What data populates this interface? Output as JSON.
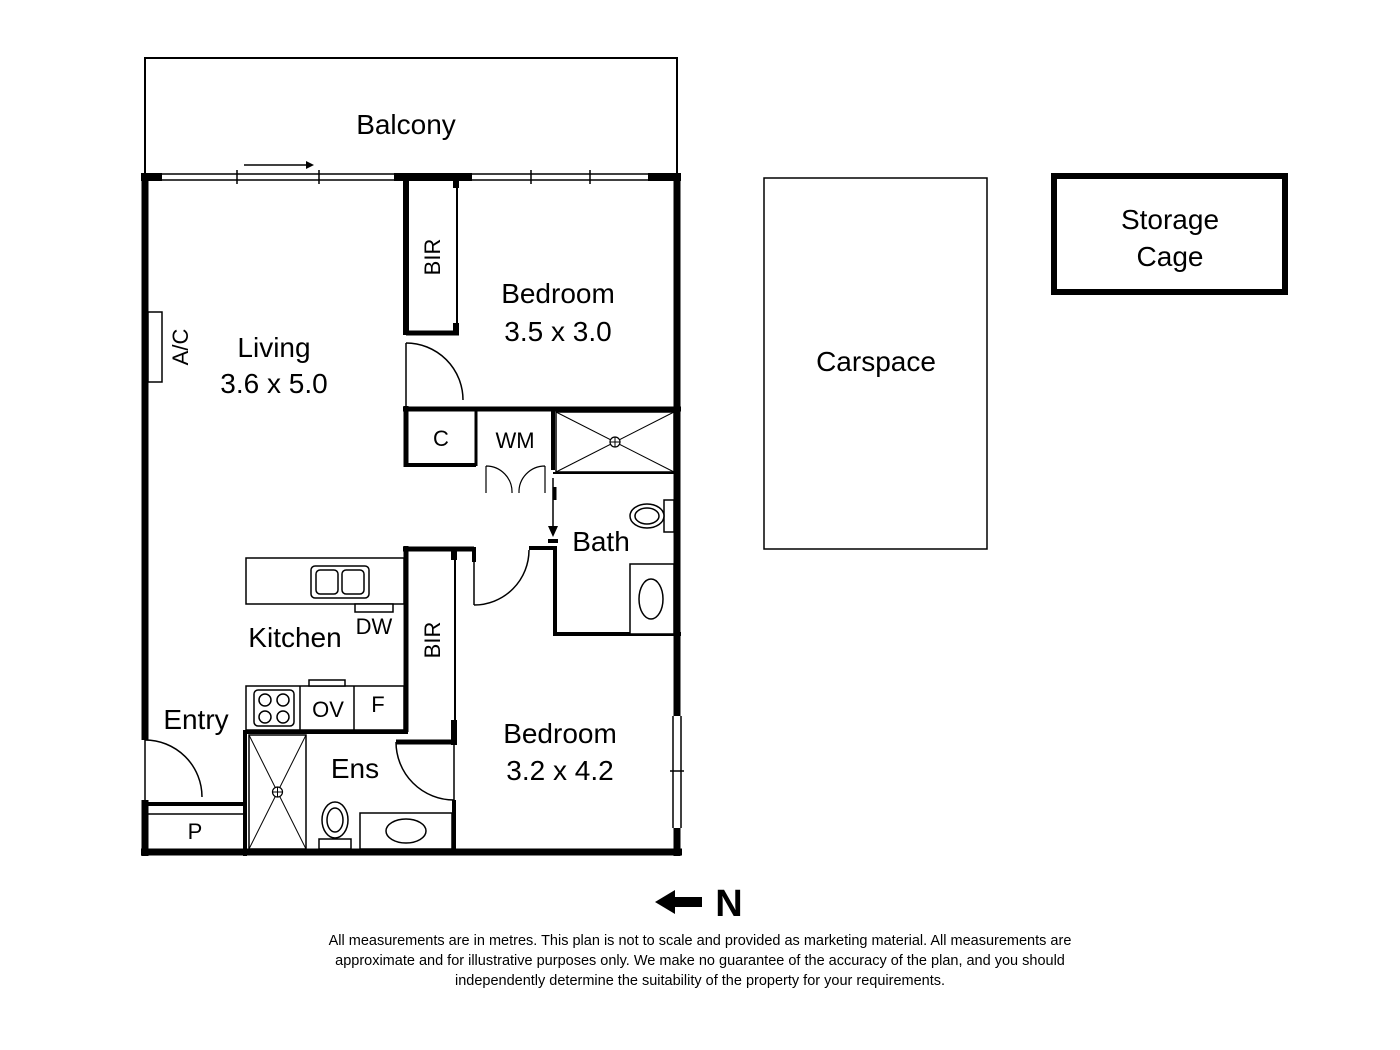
{
  "rooms": {
    "balcony": "Balcony",
    "living": {
      "name": "Living",
      "size": "3.6 x 5.0"
    },
    "bedroom1": {
      "name": "Bedroom",
      "size": "3.5 x 3.0"
    },
    "bedroom2": {
      "name": "Bedroom",
      "size": "3.2 x 4.2"
    },
    "kitchen": "Kitchen",
    "bath": "Bath",
    "ens": "Ens",
    "entry": "Entry",
    "carspace": "Carspace",
    "storage": {
      "line1": "Storage",
      "line2": "Cage"
    }
  },
  "fixtures": {
    "bir_top": "BIR",
    "bir_bottom": "BIR",
    "ac": "A/C",
    "cupboard": "C",
    "washing_machine": "WM",
    "dishwasher": "DW",
    "oven": "OV",
    "fridge": "F",
    "pantry": "P"
  },
  "compass": {
    "label": "N",
    "icon": "north-arrow-icon"
  },
  "disclaimer": {
    "line1": "All measurements are in metres. This plan is not to scale and provided as marketing material. All measurements are",
    "line2": "approximate and for illustrative purposes only. We make no guarantee of the accuracy of the plan, and you should",
    "line3": "independently determine the suitability of the property for your requirements."
  },
  "colors": {
    "wall": "#000000",
    "background": "#ffffff"
  }
}
